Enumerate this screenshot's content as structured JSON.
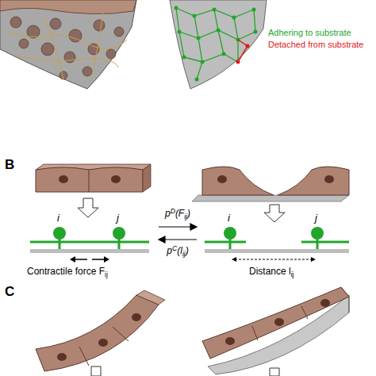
{
  "diagram": {
    "labels": [
      "Adhering to substrate",
      "Detached from substrate",
      "B",
      "i",
      "j",
      "i",
      "j",
      "p",
      "D",
      "(F",
      "ij",
      ")",
      "p",
      "C",
      "(l",
      "ij",
      ")",
      "Contractile force F",
      "ij",
      "Distance l",
      "ij",
      "C"
    ]
  }
}
